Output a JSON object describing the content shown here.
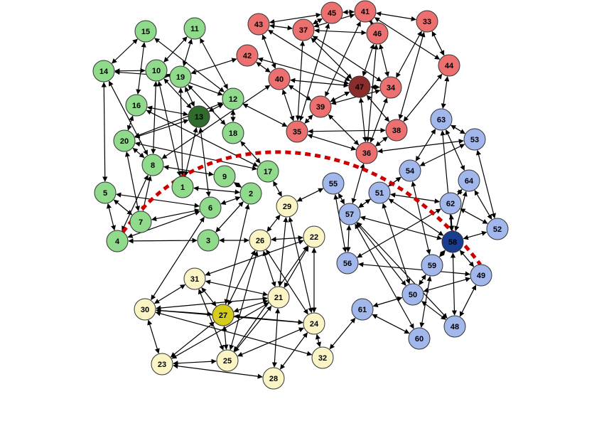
{
  "colors": {
    "green": "#8fdb8b",
    "green_dark": "#2f6b2c",
    "red": "#ec7070",
    "red_dark": "#8b2c2c",
    "blue": "#a2b8ec",
    "blue_dark": "#1a3e8f",
    "yellow": "#fbf4c4",
    "yellow_dark": "#d6cc1d",
    "edge": "#000000",
    "boundary": "#cc0000"
  },
  "nodes": [
    {
      "id": "1",
      "group": "green"
    },
    {
      "id": "2",
      "group": "green"
    },
    {
      "id": "3",
      "group": "green"
    },
    {
      "id": "4",
      "group": "green"
    },
    {
      "id": "5",
      "group": "green"
    },
    {
      "id": "6",
      "group": "green"
    },
    {
      "id": "7",
      "group": "green"
    },
    {
      "id": "8",
      "group": "green"
    },
    {
      "id": "9",
      "group": "green"
    },
    {
      "id": "10",
      "group": "green"
    },
    {
      "id": "11",
      "group": "green"
    },
    {
      "id": "12",
      "group": "green"
    },
    {
      "id": "13",
      "group": "green_dark"
    },
    {
      "id": "14",
      "group": "green"
    },
    {
      "id": "15",
      "group": "green"
    },
    {
      "id": "16",
      "group": "green"
    },
    {
      "id": "17",
      "group": "green"
    },
    {
      "id": "18",
      "group": "green"
    },
    {
      "id": "19",
      "group": "green"
    },
    {
      "id": "20",
      "group": "green"
    },
    {
      "id": "21",
      "group": "yellow"
    },
    {
      "id": "22",
      "group": "yellow"
    },
    {
      "id": "23",
      "group": "yellow"
    },
    {
      "id": "24",
      "group": "yellow"
    },
    {
      "id": "25",
      "group": "yellow"
    },
    {
      "id": "26",
      "group": "yellow"
    },
    {
      "id": "27",
      "group": "yellow_dark"
    },
    {
      "id": "28",
      "group": "yellow"
    },
    {
      "id": "29",
      "group": "yellow"
    },
    {
      "id": "30",
      "group": "yellow"
    },
    {
      "id": "31",
      "group": "yellow"
    },
    {
      "id": "32",
      "group": "yellow"
    },
    {
      "id": "33",
      "group": "red"
    },
    {
      "id": "34",
      "group": "red"
    },
    {
      "id": "35",
      "group": "red"
    },
    {
      "id": "36",
      "group": "red"
    },
    {
      "id": "37",
      "group": "red"
    },
    {
      "id": "38",
      "group": "red"
    },
    {
      "id": "39",
      "group": "red"
    },
    {
      "id": "40",
      "group": "red"
    },
    {
      "id": "41",
      "group": "red"
    },
    {
      "id": "42",
      "group": "red"
    },
    {
      "id": "43",
      "group": "red"
    },
    {
      "id": "44",
      "group": "red"
    },
    {
      "id": "45",
      "group": "red"
    },
    {
      "id": "46",
      "group": "red"
    },
    {
      "id": "47",
      "group": "red_dark"
    },
    {
      "id": "48",
      "group": "blue"
    },
    {
      "id": "49",
      "group": "blue"
    },
    {
      "id": "50",
      "group": "blue"
    },
    {
      "id": "51",
      "group": "blue"
    },
    {
      "id": "52",
      "group": "blue"
    },
    {
      "id": "53",
      "group": "blue"
    },
    {
      "id": "54",
      "group": "blue"
    },
    {
      "id": "55",
      "group": "blue"
    },
    {
      "id": "56",
      "group": "blue"
    },
    {
      "id": "57",
      "group": "blue"
    },
    {
      "id": "58",
      "group": "blue_dark"
    },
    {
      "id": "59",
      "group": "blue"
    },
    {
      "id": "60",
      "group": "blue"
    },
    {
      "id": "61",
      "group": "blue"
    },
    {
      "id": "62",
      "group": "blue"
    },
    {
      "id": "63",
      "group": "blue"
    },
    {
      "id": "64",
      "group": "blue"
    }
  ],
  "edges": [
    [
      "14",
      "15"
    ],
    [
      "14",
      "10"
    ],
    [
      "14",
      "19"
    ],
    [
      "14",
      "5"
    ],
    [
      "14",
      "8"
    ],
    [
      "15",
      "16"
    ],
    [
      "15",
      "12"
    ],
    [
      "11",
      "10"
    ],
    [
      "11",
      "19"
    ],
    [
      "11",
      "12"
    ],
    [
      "10",
      "13"
    ],
    [
      "10",
      "8"
    ],
    [
      "10",
      "1"
    ],
    [
      "10",
      "12"
    ],
    [
      "19",
      "13"
    ],
    [
      "19",
      "18"
    ],
    [
      "19",
      "1"
    ],
    [
      "19",
      "42"
    ],
    [
      "16",
      "20"
    ],
    [
      "16",
      "17"
    ],
    [
      "16",
      "13"
    ],
    [
      "13",
      "12"
    ],
    [
      "13",
      "20"
    ],
    [
      "13",
      "1"
    ],
    [
      "13",
      "6"
    ],
    [
      "12",
      "18"
    ],
    [
      "12",
      "20"
    ],
    [
      "12",
      "35"
    ],
    [
      "18",
      "17"
    ],
    [
      "20",
      "8"
    ],
    [
      "20",
      "7"
    ],
    [
      "20",
      "17"
    ],
    [
      "8",
      "9"
    ],
    [
      "8",
      "4"
    ],
    [
      "8",
      "7"
    ],
    [
      "8",
      "40"
    ],
    [
      "9",
      "2"
    ],
    [
      "1",
      "2"
    ],
    [
      "5",
      "6"
    ],
    [
      "5",
      "4"
    ],
    [
      "7",
      "6"
    ],
    [
      "7",
      "5"
    ],
    [
      "6",
      "4"
    ],
    [
      "6",
      "2"
    ],
    [
      "2",
      "3"
    ],
    [
      "2",
      "27"
    ],
    [
      "3",
      "26"
    ],
    [
      "4",
      "3"
    ],
    [
      "6",
      "30"
    ],
    [
      "17",
      "29"
    ],
    [
      "43",
      "37"
    ],
    [
      "43",
      "47"
    ],
    [
      "43",
      "40"
    ],
    [
      "45",
      "41"
    ],
    [
      "45",
      "37"
    ],
    [
      "45",
      "43"
    ],
    [
      "45",
      "35"
    ],
    [
      "41",
      "46"
    ],
    [
      "41",
      "33"
    ],
    [
      "41",
      "37"
    ],
    [
      "41",
      "39"
    ],
    [
      "41",
      "44"
    ],
    [
      "37",
      "46"
    ],
    [
      "37",
      "47"
    ],
    [
      "37",
      "35"
    ],
    [
      "37",
      "34"
    ],
    [
      "42",
      "40"
    ],
    [
      "42",
      "47"
    ],
    [
      "40",
      "47"
    ],
    [
      "40",
      "39"
    ],
    [
      "40",
      "35"
    ],
    [
      "46",
      "47"
    ],
    [
      "46",
      "34"
    ],
    [
      "46",
      "36"
    ],
    [
      "33",
      "44"
    ],
    [
      "33",
      "38"
    ],
    [
      "33",
      "34"
    ],
    [
      "44",
      "63"
    ],
    [
      "44",
      "38"
    ],
    [
      "47",
      "34"
    ],
    [
      "47",
      "36"
    ],
    [
      "47",
      "39"
    ],
    [
      "47",
      "38"
    ],
    [
      "39",
      "35"
    ],
    [
      "39",
      "36"
    ],
    [
      "39",
      "34"
    ],
    [
      "38",
      "36"
    ],
    [
      "38",
      "35"
    ],
    [
      "34",
      "36"
    ],
    [
      "36",
      "53"
    ],
    [
      "36",
      "57"
    ],
    [
      "35",
      "36"
    ],
    [
      "63",
      "53"
    ],
    [
      "63",
      "54"
    ],
    [
      "63",
      "64"
    ],
    [
      "63",
      "58"
    ],
    [
      "53",
      "52"
    ],
    [
      "53",
      "54"
    ],
    [
      "54",
      "51"
    ],
    [
      "54",
      "57"
    ],
    [
      "54",
      "59"
    ],
    [
      "64",
      "52"
    ],
    [
      "64",
      "62"
    ],
    [
      "64",
      "58"
    ],
    [
      "55",
      "57"
    ],
    [
      "55",
      "56"
    ],
    [
      "51",
      "57"
    ],
    [
      "51",
      "58"
    ],
    [
      "51",
      "50"
    ],
    [
      "51",
      "62"
    ],
    [
      "62",
      "52"
    ],
    [
      "62",
      "56"
    ],
    [
      "62",
      "58"
    ],
    [
      "57",
      "58"
    ],
    [
      "57",
      "56"
    ],
    [
      "57",
      "50"
    ],
    [
      "57",
      "60"
    ],
    [
      "57",
      "48"
    ],
    [
      "58",
      "52"
    ],
    [
      "58",
      "59"
    ],
    [
      "58",
      "48"
    ],
    [
      "59",
      "50"
    ],
    [
      "59",
      "60"
    ],
    [
      "56",
      "49"
    ],
    [
      "50",
      "49"
    ],
    [
      "50",
      "48"
    ],
    [
      "49",
      "48"
    ],
    [
      "49",
      "58"
    ],
    [
      "61",
      "60"
    ],
    [
      "61",
      "50"
    ],
    [
      "32",
      "61"
    ],
    [
      "55",
      "29"
    ],
    [
      "29",
      "26"
    ],
    [
      "29",
      "21"
    ],
    [
      "29",
      "24"
    ],
    [
      "22",
      "26"
    ],
    [
      "22",
      "31"
    ],
    [
      "22",
      "25"
    ],
    [
      "22",
      "21"
    ],
    [
      "22",
      "24"
    ],
    [
      "26",
      "27"
    ],
    [
      "26",
      "21"
    ],
    [
      "26",
      "25"
    ],
    [
      "26",
      "24"
    ],
    [
      "31",
      "30"
    ],
    [
      "31",
      "21"
    ],
    [
      "31",
      "25"
    ],
    [
      "31",
      "27"
    ],
    [
      "30",
      "27"
    ],
    [
      "30",
      "21"
    ],
    [
      "30",
      "23"
    ],
    [
      "30",
      "24"
    ],
    [
      "30",
      "32"
    ],
    [
      "27",
      "21"
    ],
    [
      "27",
      "24"
    ],
    [
      "27",
      "23"
    ],
    [
      "27",
      "25"
    ],
    [
      "21",
      "25"
    ],
    [
      "21",
      "28"
    ],
    [
      "21",
      "23"
    ],
    [
      "24",
      "28"
    ],
    [
      "24",
      "32"
    ],
    [
      "23",
      "25"
    ],
    [
      "23",
      "28"
    ],
    [
      "25",
      "24"
    ]
  ]
}
